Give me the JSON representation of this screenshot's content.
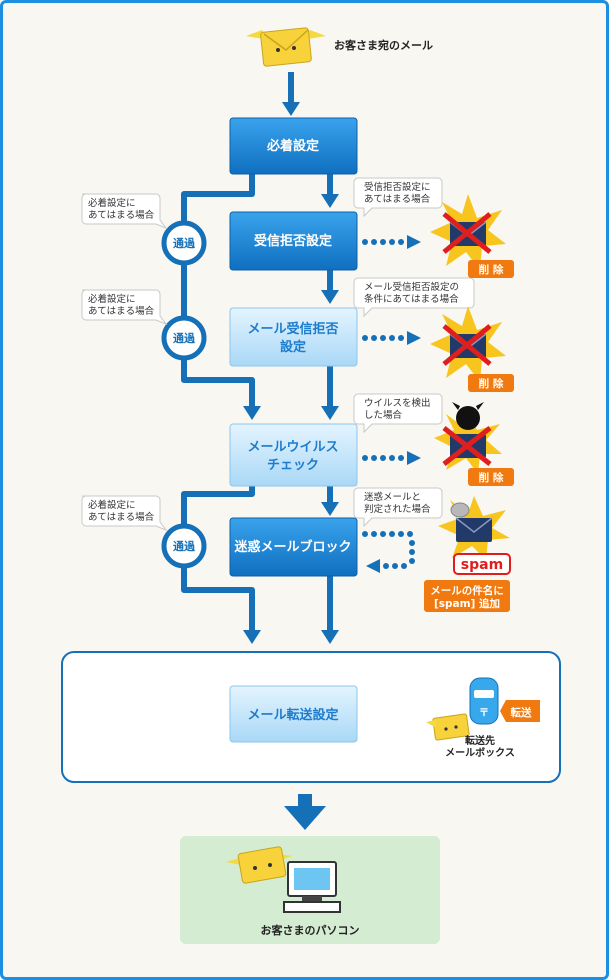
{
  "top_label": "お客さま宛のメール",
  "filters": {
    "mandatory": "必着設定",
    "receive_reject": "受信拒否設定",
    "mail_reject_line1": "メール受信拒否",
    "mail_reject_line2": "設定",
    "virus_line1": "メールウイルス",
    "virus_line2": "チェック",
    "spam_block": "迷惑メールブロック",
    "forward": "メール転送設定"
  },
  "pass_label": "通過",
  "bypass_note_line1": "必着設定に",
  "bypass_note_line2": "あてはまる場合",
  "notes": {
    "receive_reject_line1": "受信拒否設定に",
    "receive_reject_line2": "あてはまる場合",
    "mail_reject_line1": "メール受信拒否設定の",
    "mail_reject_line2": "条件にあてはまる場合",
    "virus_line1": "ウイルスを検出",
    "virus_line2": "した場合",
    "spam_line1": "迷惑メールと",
    "spam_line2": "判定された場合"
  },
  "delete_label": "削 除",
  "spam_tag": "spam",
  "spam_result_line1": "メールの件名に",
  "spam_result_line2": "[spam] 追加",
  "forward_badge": "転送",
  "forward_dest_line1": "転送先",
  "forward_dest_line2": "メールボックス",
  "pc_label": "お客さまのパソコン",
  "colors": {
    "frame": "#1c8fe0",
    "flow_line": "#1570b8",
    "box_dark": "#1a7fd0",
    "box_light": "#bfe2fa",
    "delete_badge": "#f07a10",
    "spam_red": "#e01e1e",
    "pc_panel": "#d4ecd1"
  }
}
